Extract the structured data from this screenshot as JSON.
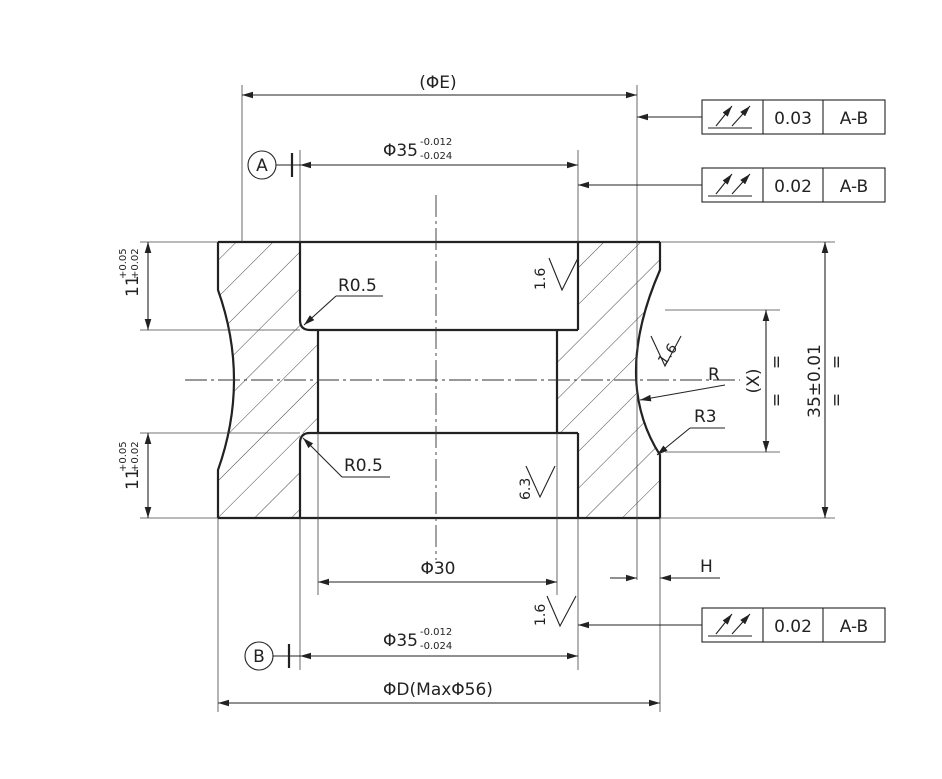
{
  "dims": {
    "phiE": "(ΦE)",
    "d35_top_base": "Φ35",
    "d35_top_sup": "-0.012",
    "d35_top_sub": "-0.024",
    "d35_bot_base": "Φ35",
    "d35_bot_sup": "-0.012",
    "d35_bot_sub": "-0.024",
    "phi30": "Φ30",
    "phiD": "ΦD(MaxΦ56)",
    "r05_top": "R0.5",
    "r05_bot": "R0.5",
    "r3": "R3",
    "r": "R",
    "x": "(X)",
    "h": "H",
    "h35": "35±0.01",
    "h11_top_base": "11",
    "h11_top_sup": "+0.05",
    "h11_top_sub": "+0.02",
    "h11_bot_base": "11",
    "h11_bot_sup": "+0.05",
    "h11_bot_sub": "+0.02",
    "eq1": "=",
    "eq2": "=",
    "eq3": "=",
    "eq4": "="
  },
  "datums": {
    "a": "A",
    "b": "B"
  },
  "surface": {
    "s1": "1.6",
    "s2": "6.3",
    "s3": "1.6",
    "s4": "1.6"
  },
  "fcf": [
    {
      "symbol": "total-runout-icon",
      "tol": "0.03",
      "ref": "A-B"
    },
    {
      "symbol": "total-runout-icon",
      "tol": "0.02",
      "ref": "A-B"
    },
    {
      "symbol": "total-runout-icon",
      "tol": "0.02",
      "ref": "A-B"
    }
  ],
  "colors": {
    "ink": "#222222",
    "paper": "#ffffff"
  }
}
